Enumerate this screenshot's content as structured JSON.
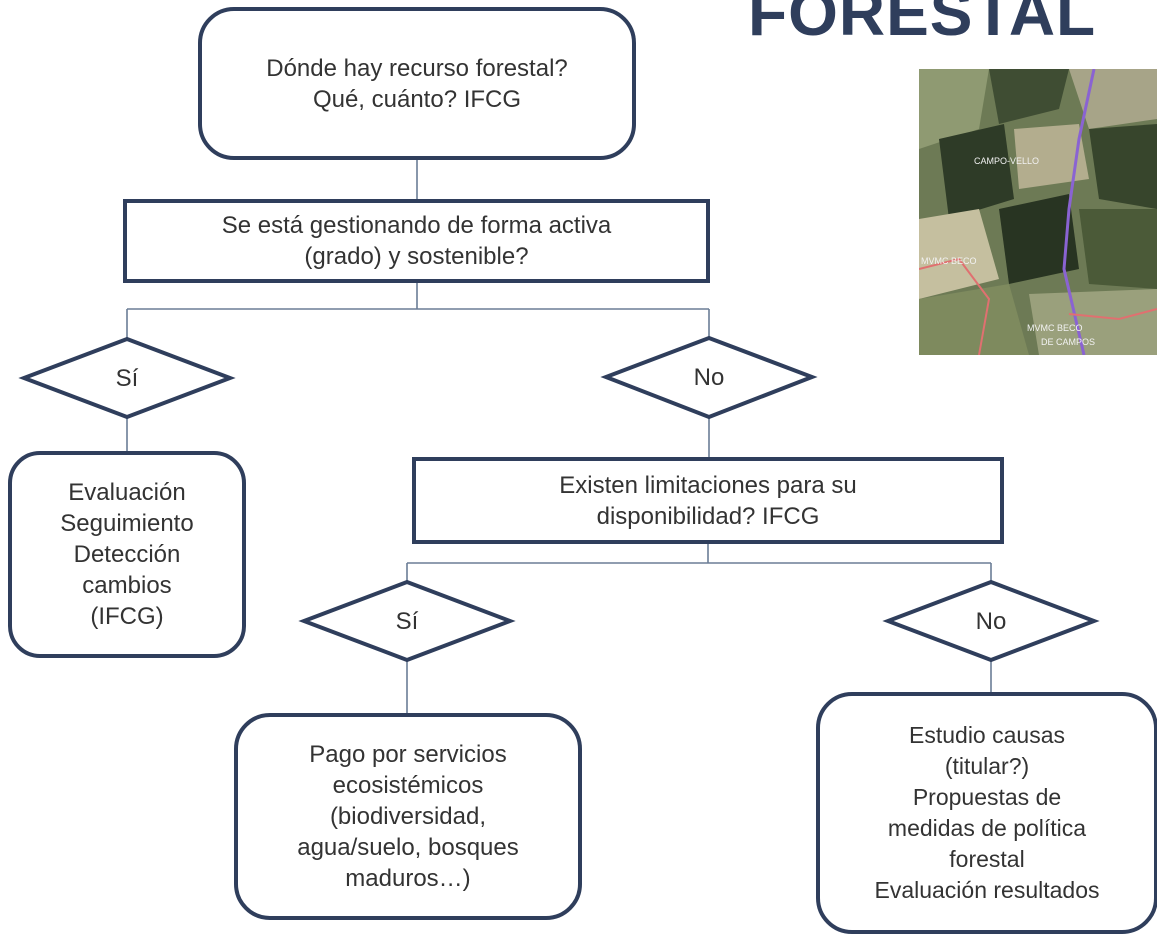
{
  "title": "FORESTAL",
  "map": {
    "label_1": "CAMPO-VELLO",
    "label_2": "MVMC BECO",
    "label_3": "MVMC BECO",
    "label_4": "DE CAMPOS"
  },
  "nodes": {
    "q1": "Dónde hay recurso forestal?\nQué, cuánto? IFCG",
    "q2": "Se está gestionando de forma activa\n(grado) y sostenible?",
    "d1_yes": "Sí",
    "d1_no": "No",
    "r1": "Evaluación\nSeguimiento\nDetección\ncambios\n(IFCG)",
    "q3": "Existen limitaciones para su\ndisponibilidad? IFCG",
    "d2_yes": "Sí",
    "d2_no": "No",
    "r2": "Pago por servicios\necosistémicos\n(biodiversidad,\nagua/suelo, bosques\nmaduros…)",
    "r3": "Estudio causas\n(titular?)\nPropuestas de\nmedidas de política\nforestal\nEvaluación resultados"
  },
  "colors": {
    "stroke": "#2f3e5c",
    "connector": "#6b7d96",
    "text": "#333333",
    "map_route": "#8a63d2",
    "map_road": "#e07070"
  }
}
